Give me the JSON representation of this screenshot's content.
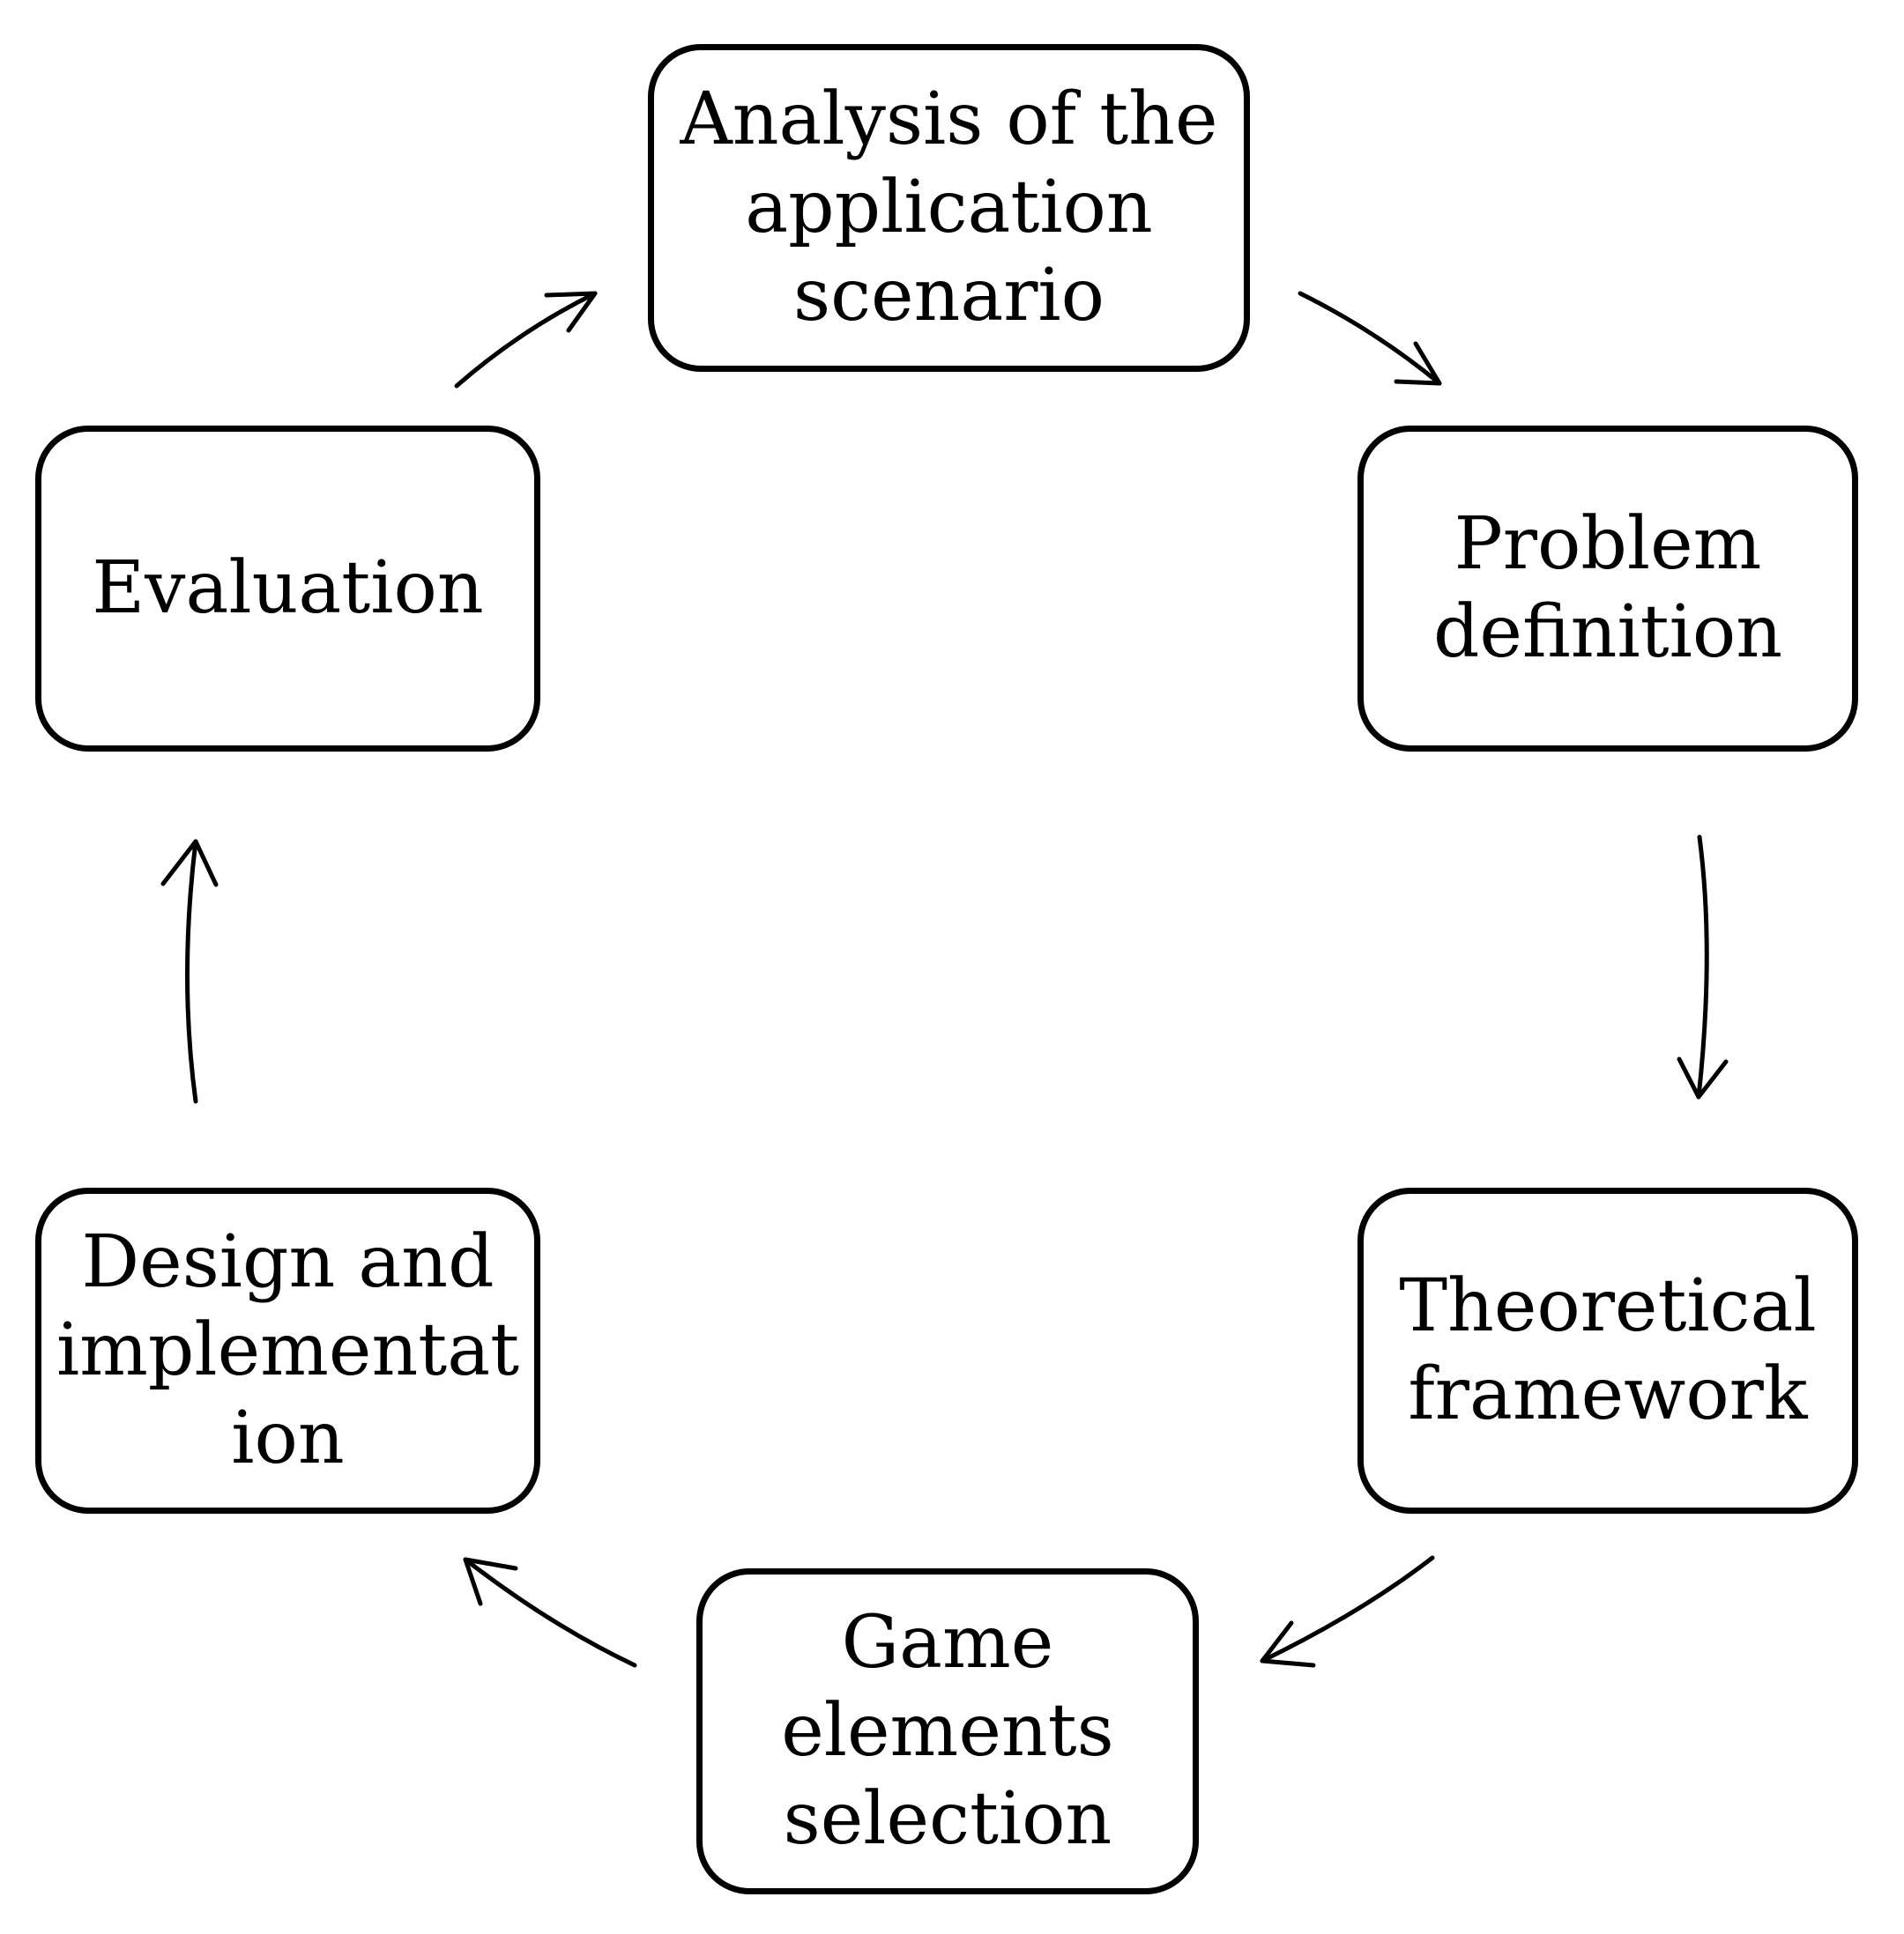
{
  "diagram": {
    "nodes": [
      {
        "id": "analysis",
        "label": "Analysis of the\napplication\nscenario"
      },
      {
        "id": "problem",
        "label": "Problem\ndefinition"
      },
      {
        "id": "theory",
        "label": "Theoretical\nframework"
      },
      {
        "id": "game",
        "label": "Game\nelements\nselection"
      },
      {
        "id": "design",
        "label": "Design and\nimplementat\nion"
      },
      {
        "id": "evaluation",
        "label": "Evaluation"
      }
    ],
    "edges": [
      {
        "from": "analysis",
        "to": "problem"
      },
      {
        "from": "problem",
        "to": "theory"
      },
      {
        "from": "theory",
        "to": "game"
      },
      {
        "from": "game",
        "to": "design"
      },
      {
        "from": "design",
        "to": "evaluation"
      },
      {
        "from": "evaluation",
        "to": "analysis"
      }
    ],
    "colors": {
      "stroke": "#000000",
      "background": "#ffffff"
    }
  }
}
